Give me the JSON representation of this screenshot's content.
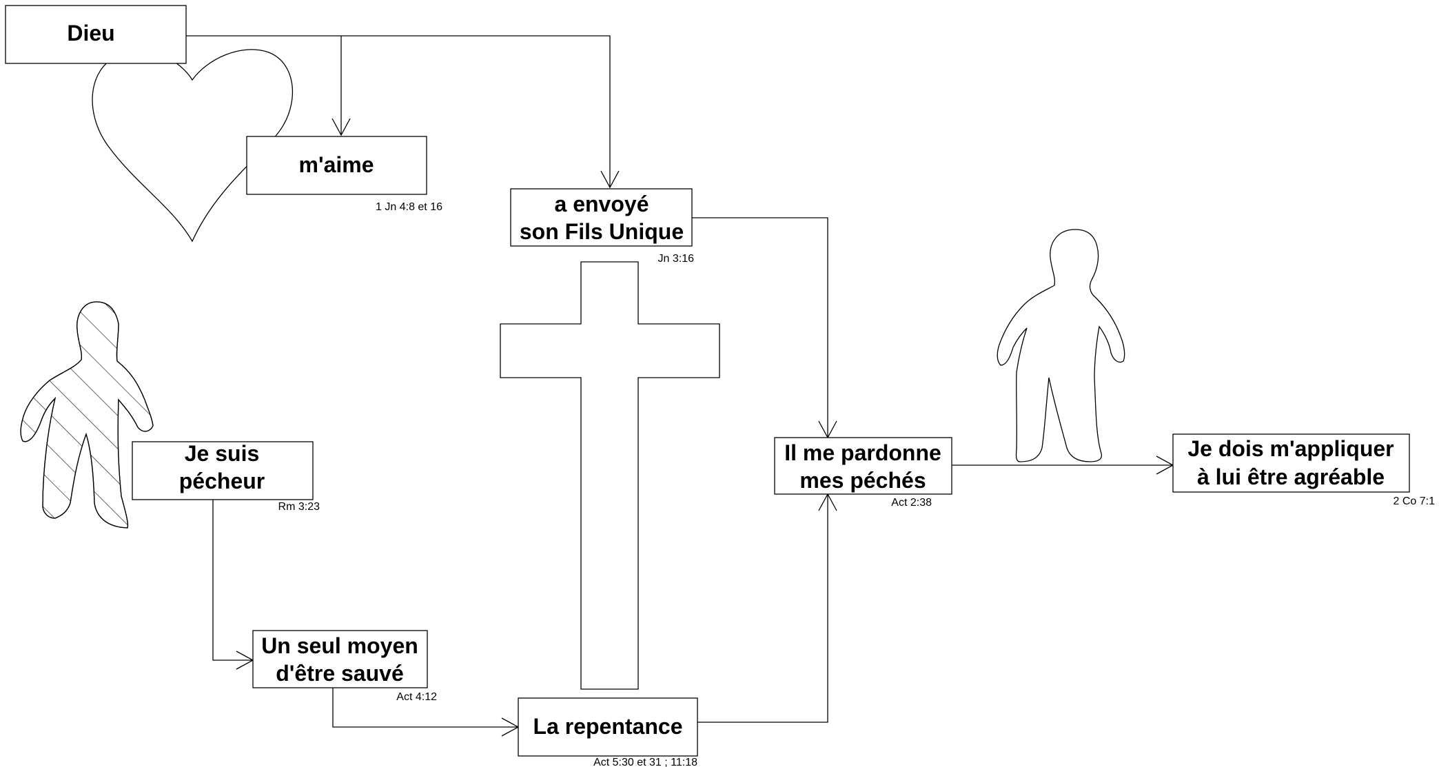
{
  "nodes": {
    "dieu": {
      "label": "Dieu"
    },
    "aime": {
      "label": "m'aime",
      "ref": "1 Jn 4:8 et 16"
    },
    "envoye": {
      "line1": "a envoyé",
      "line2": "son Fils Unique",
      "ref": "Jn 3:16"
    },
    "pecheur": {
      "line1": "Je suis",
      "line2": "pécheur",
      "ref": "Rm 3:23"
    },
    "moyen": {
      "line1": "Un seul moyen",
      "line2": "d'être sauvé",
      "ref": "Act 4:12"
    },
    "repentance": {
      "label": "La repentance",
      "ref": "Act 5:30 et 31 ; 11:18"
    },
    "pardonne": {
      "line1": "Il me pardonne",
      "line2": "mes péchés",
      "ref": "Act 2:38"
    },
    "appliquer": {
      "line1": "Je dois m'appliquer",
      "line2": "à lui être agréable",
      "ref": "2 Co 7:1"
    }
  },
  "colors": {
    "stroke": "#000000",
    "background": "#ffffff"
  }
}
